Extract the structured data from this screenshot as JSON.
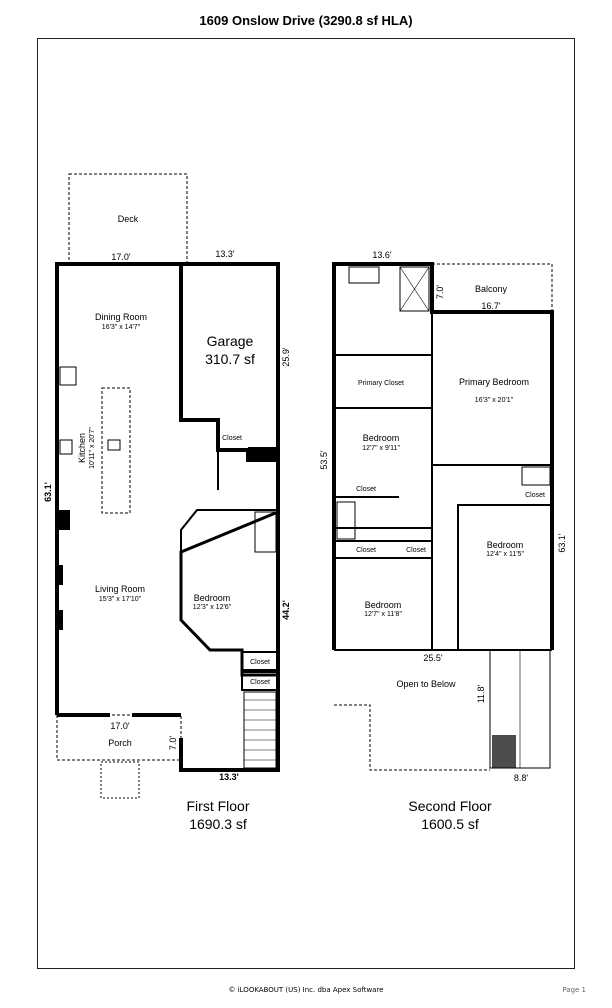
{
  "title": "1609 Onslow Drive (3290.8 sf HLA)",
  "first_floor": {
    "name": "First Floor",
    "area": "1690.3 sf",
    "rooms": {
      "deck": "Deck",
      "dining": "Dining Room",
      "dining_dim": "16'3\" x 14'7\"",
      "kitchen": "Kitchen",
      "kitchen_dim": "10'11\" x 20'7\"",
      "living": "Living Room",
      "living_dim": "15'3\" x 17'10\"",
      "garage": "Garage",
      "garage_area": "310.7 sf",
      "bedroom": "Bedroom",
      "bedroom_dim": "12'3\" x 12'6\"",
      "closet1": "Closet",
      "closet2": "Closet",
      "closet3": "Closet",
      "porch": "Porch"
    },
    "dims": {
      "top_left": "17.0'",
      "top_right": "13.3'",
      "garage_side": "25.9'",
      "left": "63.1'",
      "right": "44.2'",
      "porch_top": "17.0'",
      "porch_side": "7.0'",
      "bottom": "13.3'"
    }
  },
  "second_floor": {
    "name": "Second Floor",
    "area": "1600.5 sf",
    "rooms": {
      "balcony": "Balcony",
      "primary_closet": "Primary Closet",
      "primary_bedroom": "Primary Bedroom",
      "primary_bedroom_dim": "16'3\" x 20'1\"",
      "bedroom1": "Bedroom",
      "bedroom1_dim": "12'7\" x 9'11\"",
      "bedroom2": "Bedroom",
      "bedroom2_dim": "12'4\" x 11'5\"",
      "bedroom3": "Bedroom",
      "bedroom3_dim": "12'7\" x 11'8\"",
      "closet1": "Closet",
      "closet2": "Closet",
      "closet3": "Closet",
      "closet4": "Closet",
      "open": "Open to Below"
    },
    "dims": {
      "top": "13.6'",
      "balcony_side": "7.0'",
      "balcony": "16.7'",
      "left": "53.5'",
      "right": "63.1'",
      "open": "25.5'",
      "stair_side": "11.8'",
      "bottom": "8.8'"
    }
  },
  "footer": "© iLOOKABOUT (US) Inc. dba Apex Software",
  "page": "Page 1"
}
